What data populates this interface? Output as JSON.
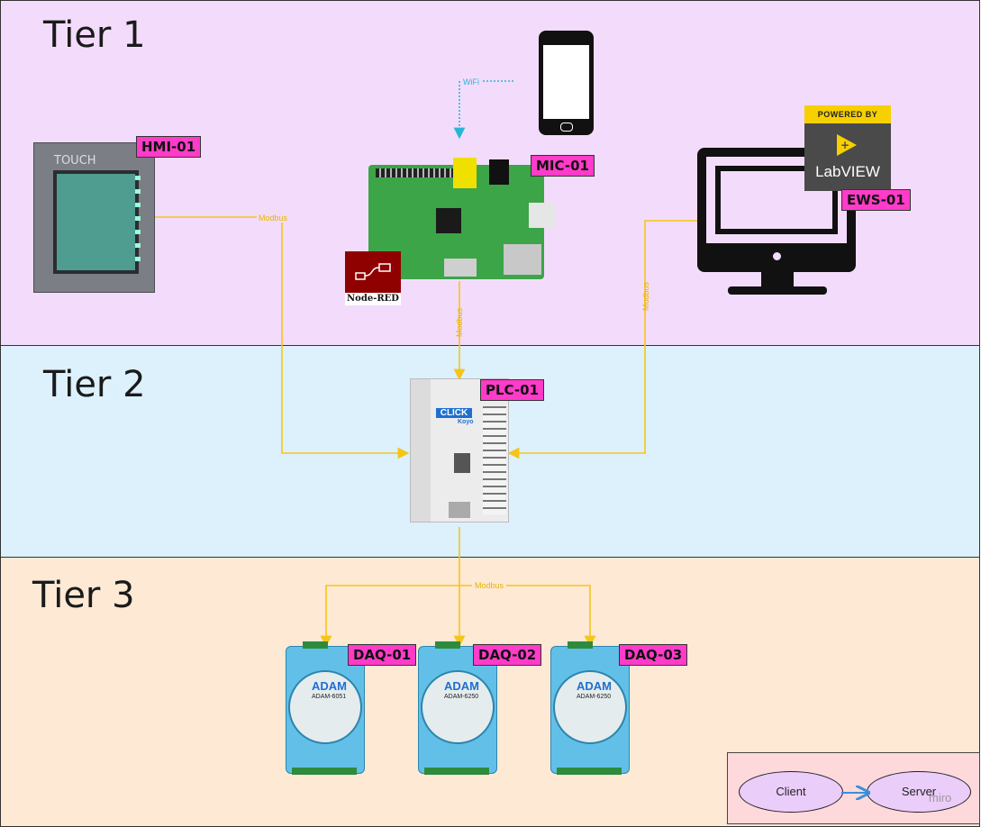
{
  "tiers": {
    "t1": "Tier 1",
    "t2": "Tier 2",
    "t3": "Tier 3"
  },
  "tags": {
    "hmi": "HMI-01",
    "mic": "MIC-01",
    "ews": "EWS-01",
    "plc": "PLC-01",
    "daq1": "DAQ-01",
    "daq2": "DAQ-02",
    "daq3": "DAQ-03"
  },
  "links": {
    "modbus": "Modbus",
    "wifi": "WiFi"
  },
  "devices": {
    "hmi_brand": "TOUCH",
    "nodered": "Node-RED",
    "labview_top": "POWERED BY",
    "labview_name": "LabVIEW",
    "plc_brand": "CLICK",
    "plc_sub": "Koyo",
    "daq_brand": "ADAM",
    "daq_model1": "ADAM-6051",
    "daq_model2": "ADAM-6250",
    "daq_model3": "ADAM-6250"
  },
  "legend": {
    "client": "Client",
    "server": "Server",
    "watermark": "miro"
  },
  "colors": {
    "tier1": "#f3dcfb",
    "tier2": "#dcf1fc",
    "tier3": "#fde9d4",
    "tag": "#ff3bc9",
    "modbus": "#f5c518",
    "wifi": "#29b6d6",
    "arrow": "#3a8fd9"
  }
}
